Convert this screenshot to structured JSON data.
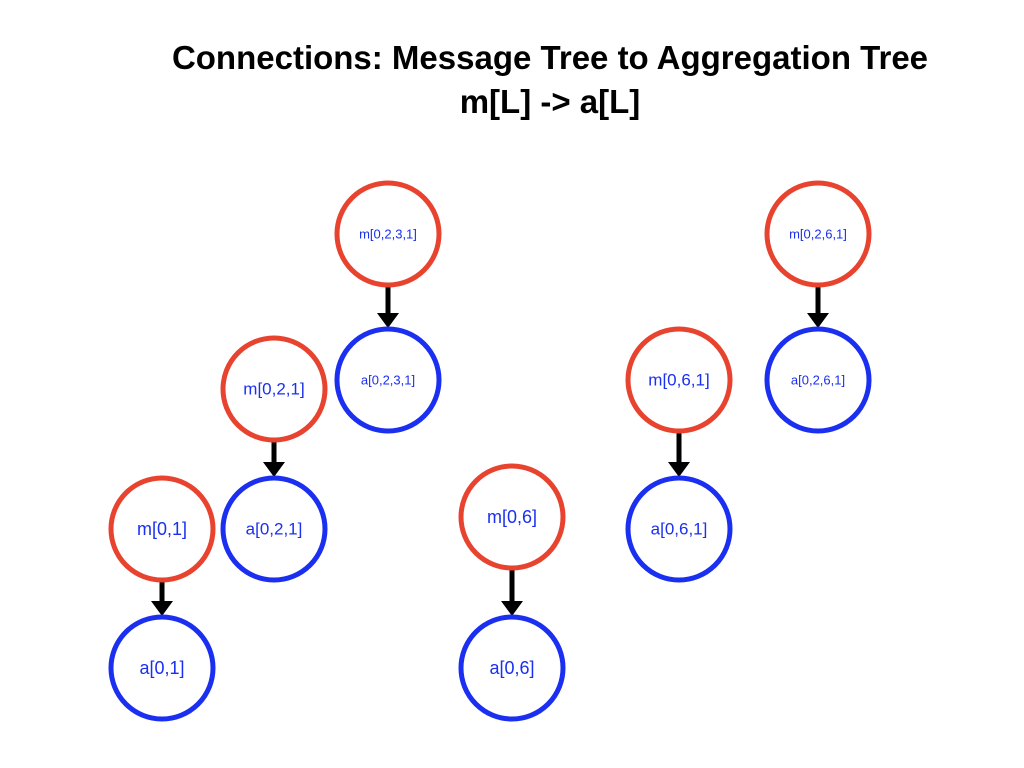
{
  "title": {
    "line1": "Connections: Message Tree to Aggregation Tree",
    "line2": "m[L] -> a[L]"
  },
  "colors": {
    "message": "#e8432e",
    "aggregation": "#1a2ff0",
    "arrow": "#000000"
  },
  "pairs": [
    {
      "message": "m[0,2,3,1]",
      "aggregation": "a[0,2,3,1]"
    },
    {
      "message": "m[0,2,6,1]",
      "aggregation": "a[0,2,6,1]"
    },
    {
      "message": "m[0,2,1]",
      "aggregation": "a[0,2,1]"
    },
    {
      "message": "m[0,6,1]",
      "aggregation": "a[0,6,1]"
    },
    {
      "message": "m[0,1]",
      "aggregation": "a[0,1]"
    },
    {
      "message": "m[0,6]",
      "aggregation": "a[0,6]"
    }
  ]
}
